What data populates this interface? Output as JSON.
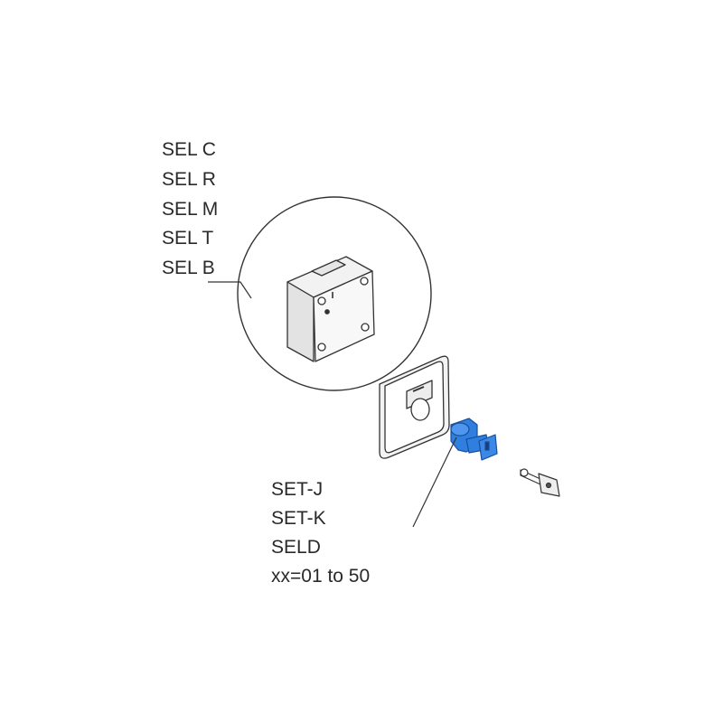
{
  "callouts": {
    "top": {
      "lines": [
        "SEL C",
        "SEL R",
        "SEL M",
        "SEL T",
        "SEL B"
      ]
    },
    "bottom": {
      "lines": [
        "SET-J",
        "SET-K",
        "SELD",
        "xx=01 to 50"
      ]
    }
  },
  "colors": {
    "line": "#333333",
    "highlight_part": "#2f7fe0",
    "panel_fill": "#f3f3f3"
  }
}
